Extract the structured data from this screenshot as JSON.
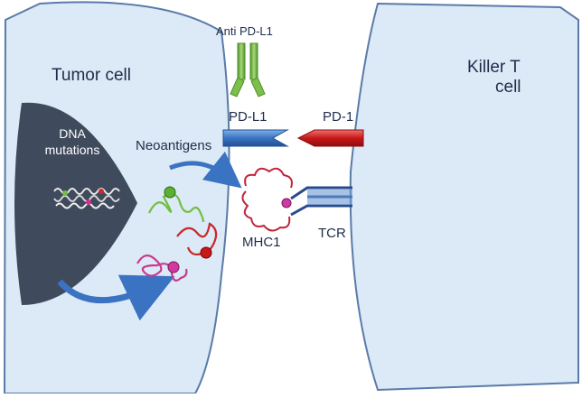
{
  "labels": {
    "tumor_cell": "Tumor cell",
    "killer_t_line1": "Killer T",
    "killer_t_line2": "cell",
    "anti_pdl1": "Anti PD-L1",
    "pdl1": "PD-L1",
    "pd1": "PD-1",
    "dna_line1": "DNA",
    "dna_line2": "mutations",
    "neoantigens": "Neoantigens",
    "mhc1": "MHC1",
    "tcr": "TCR"
  },
  "colors": {
    "cell_fill": "#dce9f6",
    "cell_stroke": "#5a7ba8",
    "nucleus": "#3f4a5c",
    "antibody": "#7cc04b",
    "pdl1_receptor": "#3a73c2",
    "pd1_receptor": "#c81818",
    "mhc": "#c0243a",
    "tcr": "#2a4a8a",
    "arrow": "#3a73c2"
  }
}
